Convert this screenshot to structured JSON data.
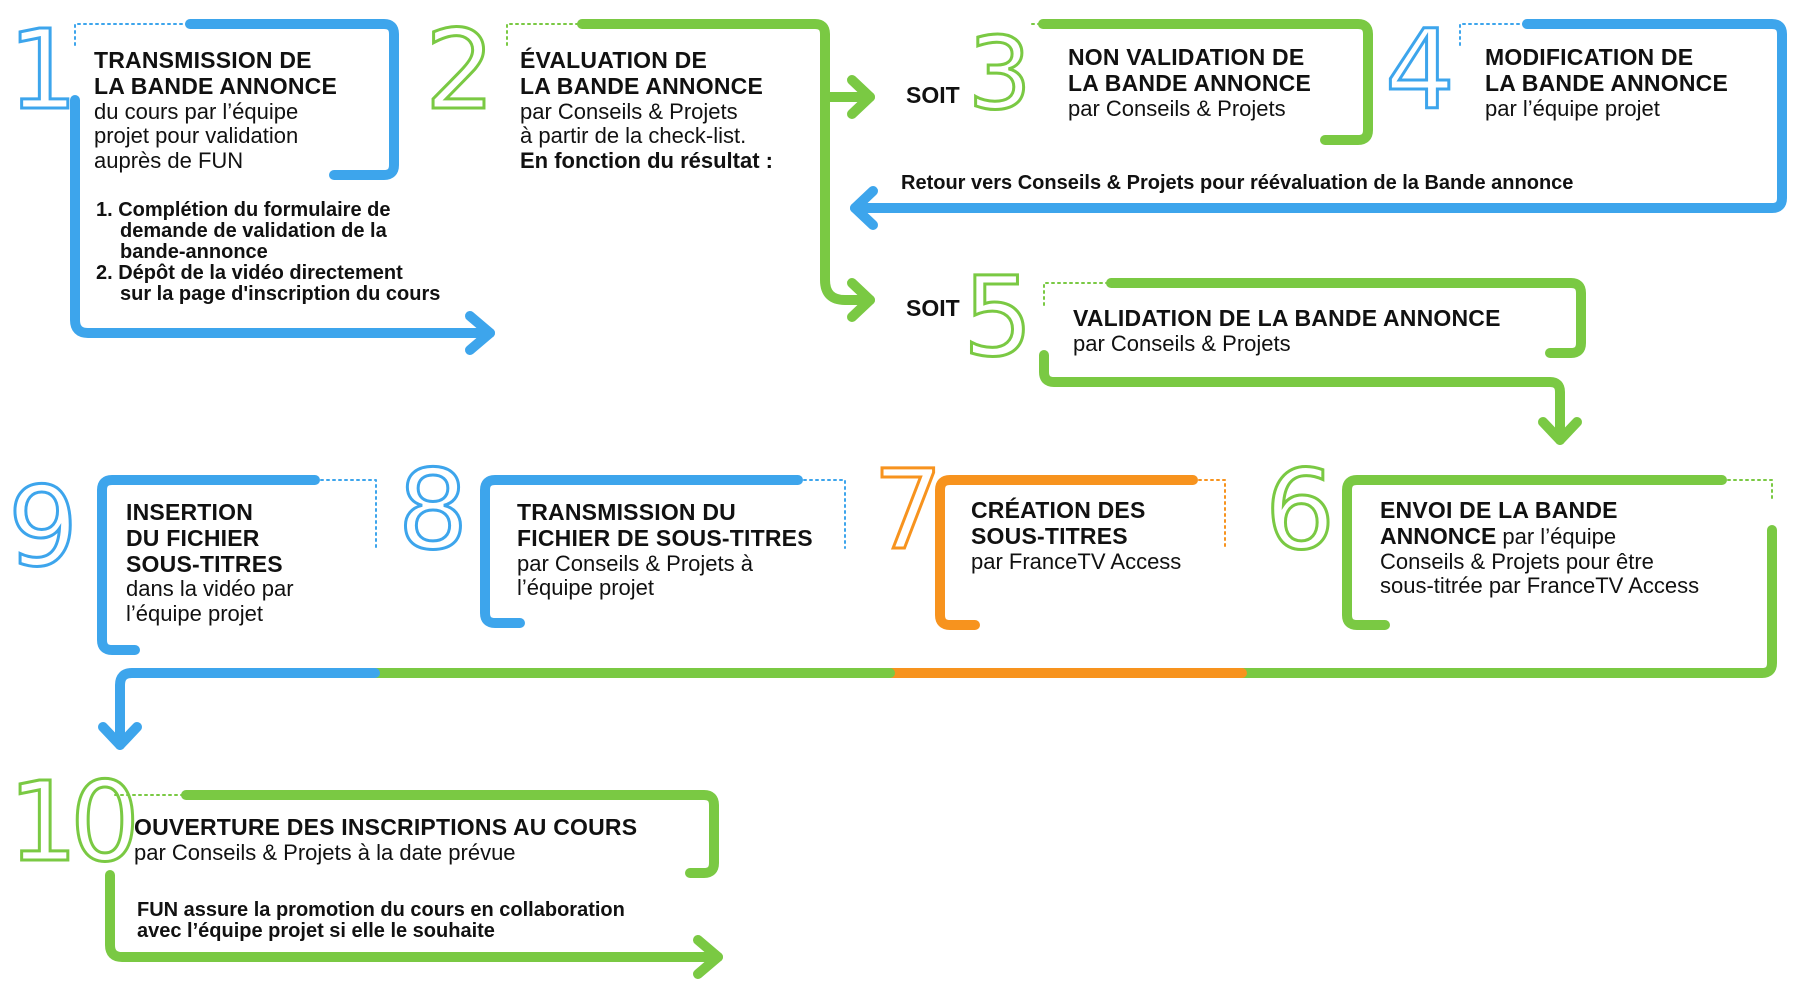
{
  "colors": {
    "blue": "#3da5ec",
    "green": "#7ac943",
    "orange": "#f7931e",
    "text": "#111111"
  },
  "steps": {
    "s1": {
      "number": "1",
      "title_lines": [
        "TRANSMISSION DE",
        "LA BANDE ANNONCE"
      ],
      "desc_lines": [
        "du cours par l’équipe",
        "projet pour validation",
        "auprès de FUN"
      ]
    },
    "s1_notes": [
      "1.  Complétion du formulaire de",
      "demande de validation de la",
      "bande-annonce",
      "2. Dépôt de la vidéo directement",
      "sur la page d'inscription du cours"
    ],
    "s2": {
      "number": "2",
      "title_lines": [
        "ÉVALUATION DE",
        "LA BANDE ANNONCE"
      ],
      "desc_lines": [
        "par Conseils & Projets",
        "à partir de la check-list."
      ],
      "bold_line": "En fonction du résultat :"
    },
    "s3": {
      "number": "3",
      "title_lines": [
        "NON VALIDATION DE",
        "LA BANDE ANNONCE"
      ],
      "desc_lines": [
        "par Conseils & Projets"
      ]
    },
    "s4": {
      "number": "4",
      "title_lines": [
        "MODIFICATION DE",
        "LA BANDE ANNONCE"
      ],
      "desc_lines": [
        "par l’équipe projet"
      ]
    },
    "s5": {
      "number": "5",
      "title_lines": [
        "VALIDATION DE LA BANDE ANNONCE"
      ],
      "desc_lines": [
        "par Conseils & Projets"
      ]
    },
    "s6": {
      "number": "6",
      "title_lines": [
        "ENVOI DE LA BANDE"
      ],
      "title_inline": "ANNONCE",
      "inline_desc": " par l’équipe",
      "desc_lines": [
        "Conseils & Projets pour être",
        "sous-titrée par FranceTV Access"
      ]
    },
    "s7": {
      "number": "7",
      "title_lines": [
        "CRÉATION DES",
        "SOUS-TITRES"
      ],
      "desc_lines": [
        "par FranceTV Access"
      ]
    },
    "s8": {
      "number": "8",
      "title_lines": [
        "TRANSMISSION DU",
        "FICHIER DE SOUS-TITRES"
      ],
      "desc_lines": [
        "par Conseils & Projets à",
        "l’équipe projet"
      ]
    },
    "s9": {
      "number": "9",
      "title_lines": [
        "INSERTION",
        "DU FICHIER",
        "SOUS-TITRES"
      ],
      "desc_lines": [
        "dans la vidéo par",
        "l’équipe projet"
      ]
    },
    "s10": {
      "number": "10",
      "title_lines": [
        "OUVERTURE DES INSCRIPTIONS AU COURS"
      ],
      "desc_lines": [
        "par Conseils & Projets à la date prévue"
      ]
    },
    "s10_notes": [
      "FUN assure la promotion du cours en collaboration",
      "avec l’équipe projet si elle le souhaite"
    ]
  },
  "soit_label": "SOIT",
  "return_label": "Retour vers Conseils & Projets pour réévaluation de la Bande annonce"
}
